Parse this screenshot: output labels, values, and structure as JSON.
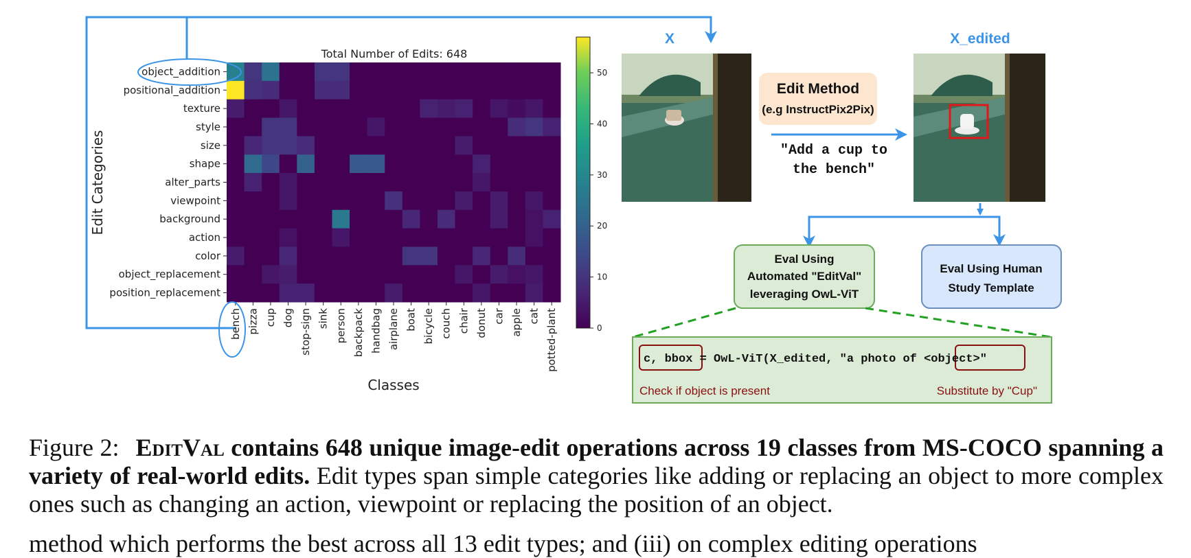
{
  "chart_data": {
    "type": "heatmap",
    "title": "Total Number of Edits: 648",
    "xlabel": "Classes",
    "ylabel": "Edit Categories",
    "x_categories": [
      "bench",
      "pizza",
      "cup",
      "dog",
      "stop-sign",
      "sink",
      "person",
      "backpack",
      "handbag",
      "airplane",
      "boat",
      "bicycle",
      "couch",
      "chair",
      "donut",
      "car",
      "apple",
      "cat",
      "potted-plant"
    ],
    "y_categories": [
      "object_addition",
      "positional_addition",
      "texture",
      "style",
      "size",
      "shape",
      "alter_parts",
      "viewpoint",
      "background",
      "action",
      "color",
      "object_replacement",
      "position_replacement"
    ],
    "values": [
      [
        28,
        10,
        24,
        0,
        0,
        10,
        10,
        0,
        0,
        0,
        0,
        0,
        0,
        0,
        0,
        0,
        0,
        0,
        0
      ],
      [
        57,
        9,
        8,
        0,
        0,
        8,
        8,
        0,
        0,
        0,
        0,
        0,
        0,
        0,
        0,
        0,
        0,
        0,
        0
      ],
      [
        5,
        0,
        0,
        4,
        0,
        0,
        0,
        0,
        0,
        0,
        0,
        6,
        5,
        6,
        0,
        4,
        2,
        4,
        0
      ],
      [
        0,
        0,
        10,
        10,
        0,
        0,
        0,
        0,
        4,
        0,
        0,
        0,
        0,
        0,
        0,
        0,
        8,
        10,
        6
      ],
      [
        0,
        7,
        10,
        10,
        8,
        0,
        0,
        0,
        0,
        0,
        0,
        0,
        0,
        5,
        0,
        0,
        0,
        0,
        0
      ],
      [
        0,
        22,
        14,
        0,
        20,
        0,
        0,
        18,
        18,
        0,
        0,
        0,
        0,
        0,
        6,
        0,
        0,
        0,
        0
      ],
      [
        0,
        6,
        0,
        4,
        0,
        0,
        0,
        0,
        0,
        0,
        0,
        0,
        0,
        0,
        4,
        0,
        0,
        0,
        0
      ],
      [
        0,
        0,
        0,
        4,
        0,
        0,
        0,
        0,
        0,
        9,
        0,
        0,
        0,
        5,
        0,
        5,
        0,
        4,
        0
      ],
      [
        0,
        0,
        0,
        0,
        0,
        0,
        26,
        0,
        0,
        0,
        7,
        0,
        8,
        0,
        0,
        5,
        0,
        3,
        6
      ],
      [
        0,
        0,
        0,
        3,
        0,
        0,
        4,
        0,
        0,
        0,
        0,
        0,
        0,
        0,
        0,
        0,
        0,
        3,
        0
      ],
      [
        5,
        0,
        0,
        7,
        0,
        0,
        0,
        0,
        0,
        0,
        10,
        10,
        0,
        0,
        7,
        0,
        8,
        0,
        0
      ],
      [
        0,
        0,
        4,
        5,
        0,
        0,
        0,
        0,
        0,
        0,
        0,
        0,
        0,
        4,
        0,
        5,
        3,
        4,
        0
      ],
      [
        0,
        0,
        0,
        6,
        6,
        0,
        0,
        0,
        0,
        5,
        0,
        0,
        0,
        0,
        4,
        0,
        0,
        5,
        0
      ]
    ],
    "colorbar": {
      "min": 0,
      "max": 57,
      "ticks": [
        0,
        10,
        20,
        30,
        40,
        50
      ],
      "colormap": "viridis"
    }
  },
  "diagram": {
    "x_label": "X",
    "x_edited_label": "X_edited",
    "edit_method_title": "Edit Method",
    "edit_method_sub": "(e.g InstructPix2Pix)",
    "prompt_line1": "\"Add a cup to",
    "prompt_line2": "the bench\"",
    "eval_auto_line1": "Eval Using",
    "eval_auto_line2": "Automated \"EditVal\"",
    "eval_auto_line3": "leveraging OwL-ViT",
    "eval_human_line1": "Eval Using Human",
    "eval_human_line2": "Study Template",
    "code_part1": "c, bbox",
    "code_part2": "= OwL-ViT(X_edited, \"a photo of ",
    "code_part3": "<object>",
    "code_part4": "\"",
    "note_left": "Check if object is present",
    "note_right": "Substitute by \"Cup\""
  },
  "caption": {
    "label": "Figure 2:",
    "name": "EditVal",
    "bold_text": "contains 648 unique image-edit operations across 19 classes from MS-COCO spanning a variety of real-world edits.",
    "body_text": "Edit types span simple categories like adding or replacing an object to more complex ones such as changing an action, viewpoint or replacing the position of an object."
  },
  "continuation_text": "method which performs the best across all 13 edit types; and (iii) on complex editing operations",
  "colors": {
    "accent": "#3b94e6",
    "green_box": "#dcebd6",
    "green_border": "#6bab5a",
    "human_box": "#d8e7fb",
    "edit_box": "#fde6cf",
    "dark_red": "#8a1010"
  }
}
